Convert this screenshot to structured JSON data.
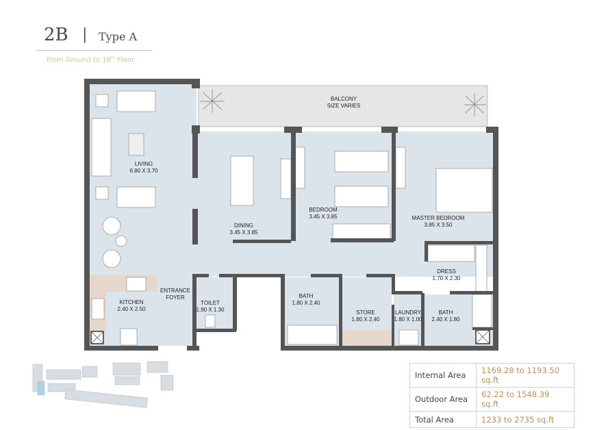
{
  "header": {
    "unit": "2B",
    "separator": "|",
    "type": "Type A",
    "floors": "From Ground to 16",
    "floors_sup": "th",
    "floors_suffix": " Floor"
  },
  "rooms": {
    "balcony": {
      "name": "BALCONY",
      "size": "SIZE VARIES"
    },
    "living": {
      "name": "LIVING",
      "size": "6.80 X 3.70"
    },
    "dining": {
      "name": "DINING",
      "size": "3.45 X 3.85"
    },
    "bedroom": {
      "name": "BEDROOM",
      "size": "3.45 X 3.85"
    },
    "master": {
      "name": "MASTER BEDROOM",
      "size": "3.85 X 3.50"
    },
    "dress": {
      "name": "DRESS",
      "size": "1.70 X 2.30"
    },
    "kitchen": {
      "name": "KITCHEN",
      "size": "2.40 X 2.50"
    },
    "foyer": {
      "name": "ENTRANCE",
      "size": "FOYER"
    },
    "toilet": {
      "name": "TOILET",
      "size": "1.90 X 1.30"
    },
    "bath1": {
      "name": "BATH",
      "size": "1.80 X 2.40"
    },
    "store": {
      "name": "STORE",
      "size": "1.80 X 2.40"
    },
    "laundry": {
      "name": "LAUNDRY",
      "size": "1.80 X 1.00"
    },
    "bath2": {
      "name": "BATH",
      "size": "2.40 X 1.80"
    }
  },
  "colors": {
    "room": "#dbe4ea",
    "wall": "#5a5a5a",
    "balcony": "#e6e6e6",
    "counter": "#e6d6cc",
    "accent": "#b8925a"
  },
  "areas": [
    {
      "label": "Internal Area",
      "value": "1169.28 to 1193.50 sq.ft"
    },
    {
      "label": "Outdoor Area",
      "value": "62.22 to 1548.39 sq.ft"
    },
    {
      "label": "Total Area",
      "value": "1233 to 2735 sq.ft"
    }
  ]
}
